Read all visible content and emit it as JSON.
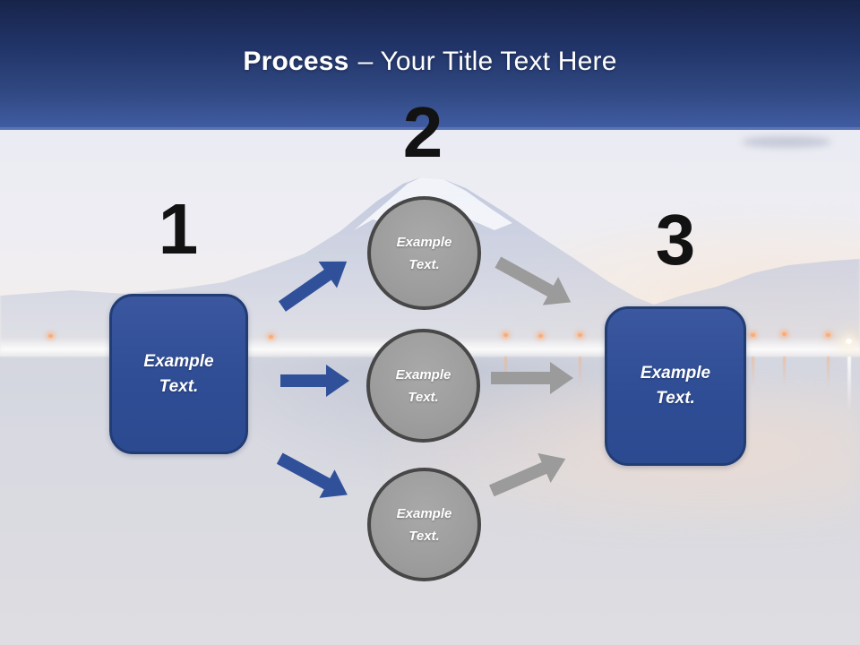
{
  "slide_title": {
    "bold_text": "Process",
    "regular_text": "– Your Title Text Here"
  },
  "steps": [
    {
      "number": "1"
    },
    {
      "number": "2"
    },
    {
      "number": "3"
    }
  ],
  "left_box": {
    "label": "Example Text."
  },
  "right_box": {
    "label": "Example Text."
  },
  "circles": [
    {
      "label": "Example Text."
    },
    {
      "label": "Example Text."
    },
    {
      "label": "Example Text."
    }
  ],
  "colors": {
    "header_gradient_top": "#17244a",
    "header_gradient_bottom": "#41 5da4",
    "title_text": "#ffffff",
    "number_text": "#121212",
    "box_fill": "#2f4d94",
    "box_border": "#223c74",
    "circle_fill": "#9d9d9d",
    "circle_border": "#474747",
    "arrow_blue": "#30509a",
    "arrow_gray": "#9b9b9b"
  }
}
